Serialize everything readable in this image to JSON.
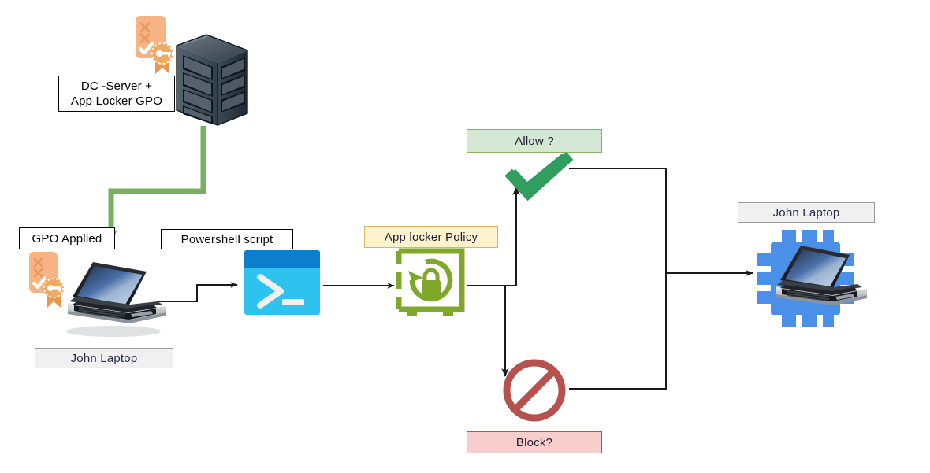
{
  "diagram": {
    "title": "AppLocker GPO enforcement flow",
    "background": "#ffffff"
  },
  "palette": {
    "green_fill": "#d5e8d4",
    "green_border": "#82b366",
    "red_fill": "#f8cecc",
    "red_border": "#b85450",
    "yellow_fill": "#fff2cc",
    "yellow_border": "#d6b656",
    "gray_fill": "#f0f0f0",
    "gray_border": "#9a9a9a",
    "arrow_green": "#7ab063",
    "arrow_black": "#1a1a1a",
    "check_green": "#2f9e5e",
    "block_red": "#b5524e",
    "safe_green": "#7fa82b",
    "powershell_blue": "#2ec2ee",
    "powershell_titlebar": "#0b7fce",
    "cog_blue": "#4a90e8",
    "cert_orange": "#f5b183",
    "server_dark": "#2b3540"
  },
  "labels": {
    "dc_server": {
      "line1": "DC -Server +",
      "line2": "App Locker GPO"
    },
    "gpo_applied": "GPO Applied",
    "powershell_script": "Powershell script",
    "app_locker_policy": "App locker Policy",
    "allow": "Allow ?",
    "block": "Block?",
    "john_laptop_left": "John Laptop",
    "john_laptop_right": "John Laptop"
  },
  "icons": {
    "server_rack": "server-rack-icon",
    "certificate_badge": "certificate-key-badge-icon",
    "laptop_left": "laptop-icon",
    "powershell": "powershell-terminal-icon",
    "safe_lock": "safe-vault-lock-icon",
    "check_mark": "check-mark-icon",
    "no_entry": "no-entry-block-icon",
    "laptop_cog": "laptop-gear-icon"
  },
  "connectors": [
    {
      "name": "server-to-laptop",
      "color": "#7ab063",
      "from": "server-rack",
      "to": "john-laptop-left"
    },
    {
      "name": "laptop-to-powershell",
      "color": "#1a1a1a",
      "from": "john-laptop-left",
      "to": "powershell"
    },
    {
      "name": "powershell-to-policy",
      "color": "#1a1a1a",
      "from": "powershell",
      "to": "app-locker-policy"
    },
    {
      "name": "policy-to-allow",
      "color": "#1a1a1a",
      "from": "app-locker-policy",
      "to": "check-mark"
    },
    {
      "name": "policy-to-block",
      "color": "#1a1a1a",
      "from": "app-locker-policy",
      "to": "no-entry"
    },
    {
      "name": "allow-to-laptop",
      "color": "#1a1a1a",
      "from": "check-mark",
      "to": "john-laptop-right"
    },
    {
      "name": "block-to-laptop",
      "color": "#1a1a1a",
      "from": "no-entry",
      "to": "john-laptop-right"
    }
  ]
}
